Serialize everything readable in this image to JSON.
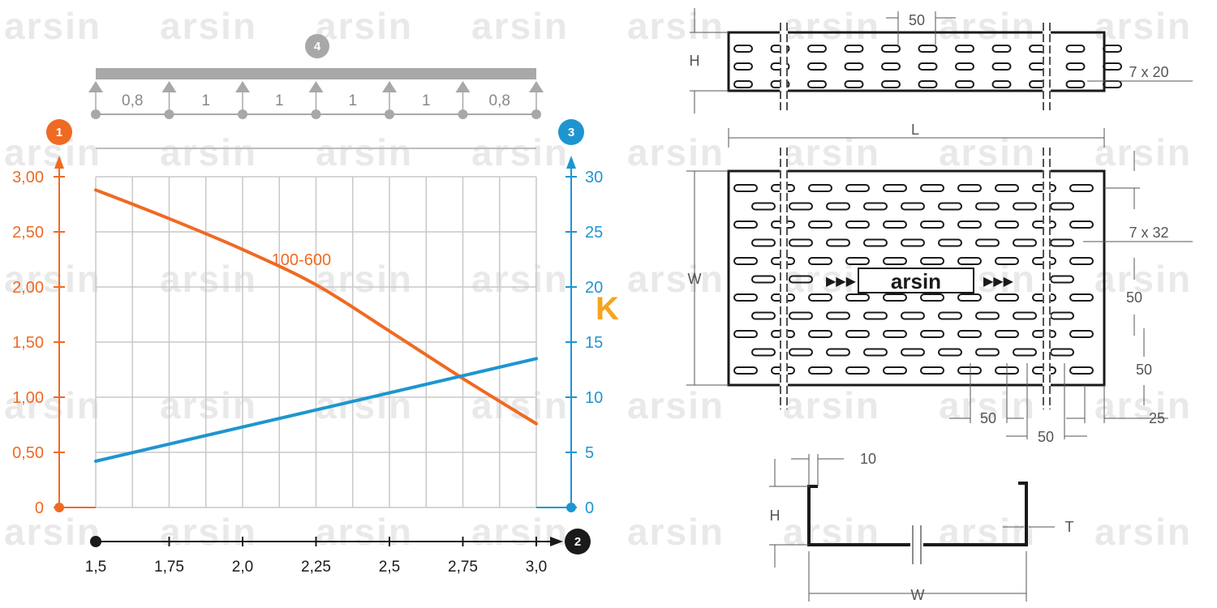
{
  "watermark": {
    "text": "arsin",
    "color": "#e9e9e9"
  },
  "colors": {
    "load": "#ef6a23",
    "deflection": "#1f95d0",
    "support": "#a8a8a8",
    "axis_x": "#1a1a1a",
    "grid": "#c8c8c8"
  },
  "badges": {
    "y_left": "1",
    "x": "2",
    "y_right": "3",
    "span": "4"
  },
  "span_diagram": {
    "spans": [
      "0,8",
      "1",
      "1",
      "1",
      "1",
      "0,8"
    ],
    "support_count": 7
  },
  "stray_mark": "K",
  "chart_data": {
    "type": "line",
    "x": [
      1.5,
      1.75,
      2.0,
      2.25,
      2.5,
      2.75,
      3.0
    ],
    "xticks": [
      "1,5",
      "1,75",
      "2,0",
      "2,25",
      "2,5",
      "2,75",
      "3,0"
    ],
    "xlim": [
      1.5,
      3.0
    ],
    "y_left": {
      "ticks": [
        "0",
        "0,50",
        "1,00",
        "1,50",
        "2,00",
        "2,50",
        "3,00"
      ],
      "tick_values": [
        0,
        0.5,
        1.0,
        1.5,
        2.0,
        2.5,
        3.0
      ],
      "ylim": [
        0,
        3.0
      ]
    },
    "y_right": {
      "ticks": [
        "0",
        "5",
        "10",
        "15",
        "20",
        "25",
        "30"
      ],
      "tick_values": [
        0,
        5,
        10,
        15,
        20,
        25,
        30
      ],
      "ylim": [
        0,
        30
      ]
    },
    "grid": true,
    "series": [
      {
        "name": "100-600",
        "axis": "left",
        "color": "#ef6a23",
        "x": [
          1.5,
          1.75,
          2.0,
          2.25,
          2.5,
          2.75,
          3.0
        ],
        "values": [
          2.88,
          2.62,
          2.34,
          2.02,
          1.6,
          1.17,
          0.76
        ]
      },
      {
        "axis": "right",
        "color": "#1f95d0",
        "x": [
          1.5,
          3.0
        ],
        "values": [
          4.2,
          13.5
        ]
      }
    ]
  },
  "drawings": {
    "side_view": {
      "dim_top": "50",
      "h_label": "H",
      "slot_label": "7 x 20",
      "length_label": "L"
    },
    "plan_view": {
      "width_label": "W",
      "slot_label": "7 x 32",
      "dim_right_1": "50",
      "dim_right_2": "50",
      "dim_bottom_1": "50",
      "dim_bottom_2": "50",
      "dim_bottom_3": "25"
    },
    "section": {
      "lip_label": "10",
      "height_label": "H",
      "thickness_label": "T",
      "width_label": "W"
    }
  }
}
